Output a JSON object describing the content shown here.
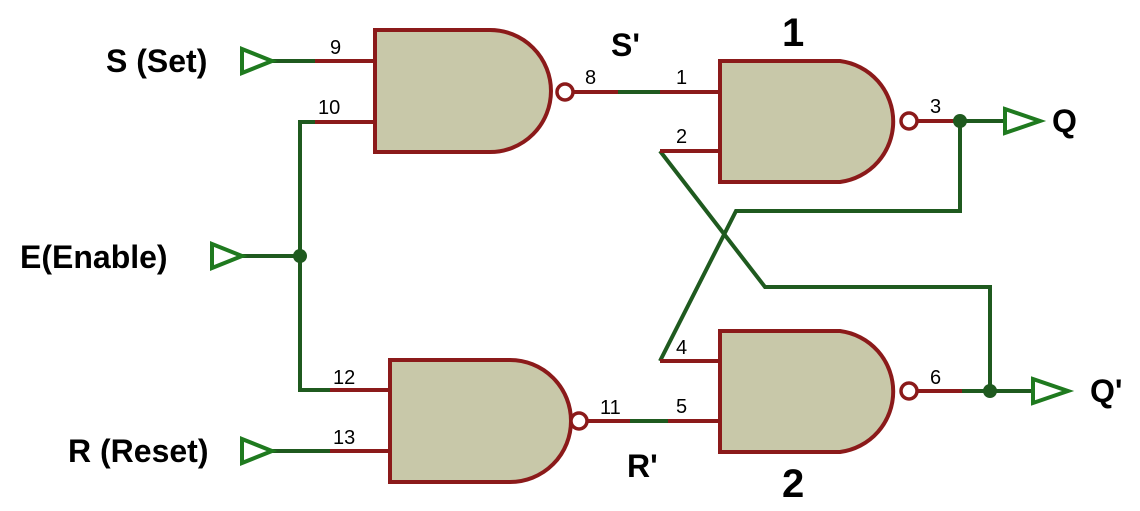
{
  "inputs": {
    "s": "S (Set)",
    "e": "E(Enable)",
    "r": "R (Reset)"
  },
  "outputs": {
    "q": "Q",
    "q_bar": "Q'"
  },
  "signals": {
    "s_prime": "S'",
    "r_prime": "R'"
  },
  "gate_numbers": {
    "nand_1": "1",
    "nand_2": "2"
  },
  "pins": {
    "p9": "9",
    "p10": "10",
    "p8": "8",
    "p12": "12",
    "p13": "13",
    "p11": "11",
    "p1": "1",
    "p2": "2",
    "p3": "3",
    "p4": "4",
    "p5": "5",
    "p6": "6"
  },
  "colors": {
    "wire": "#1f5a1f",
    "pin_wire": "#8b1a1a",
    "gate_fill": "#c8c8a9",
    "gate_outline": "#8b1a1a"
  }
}
